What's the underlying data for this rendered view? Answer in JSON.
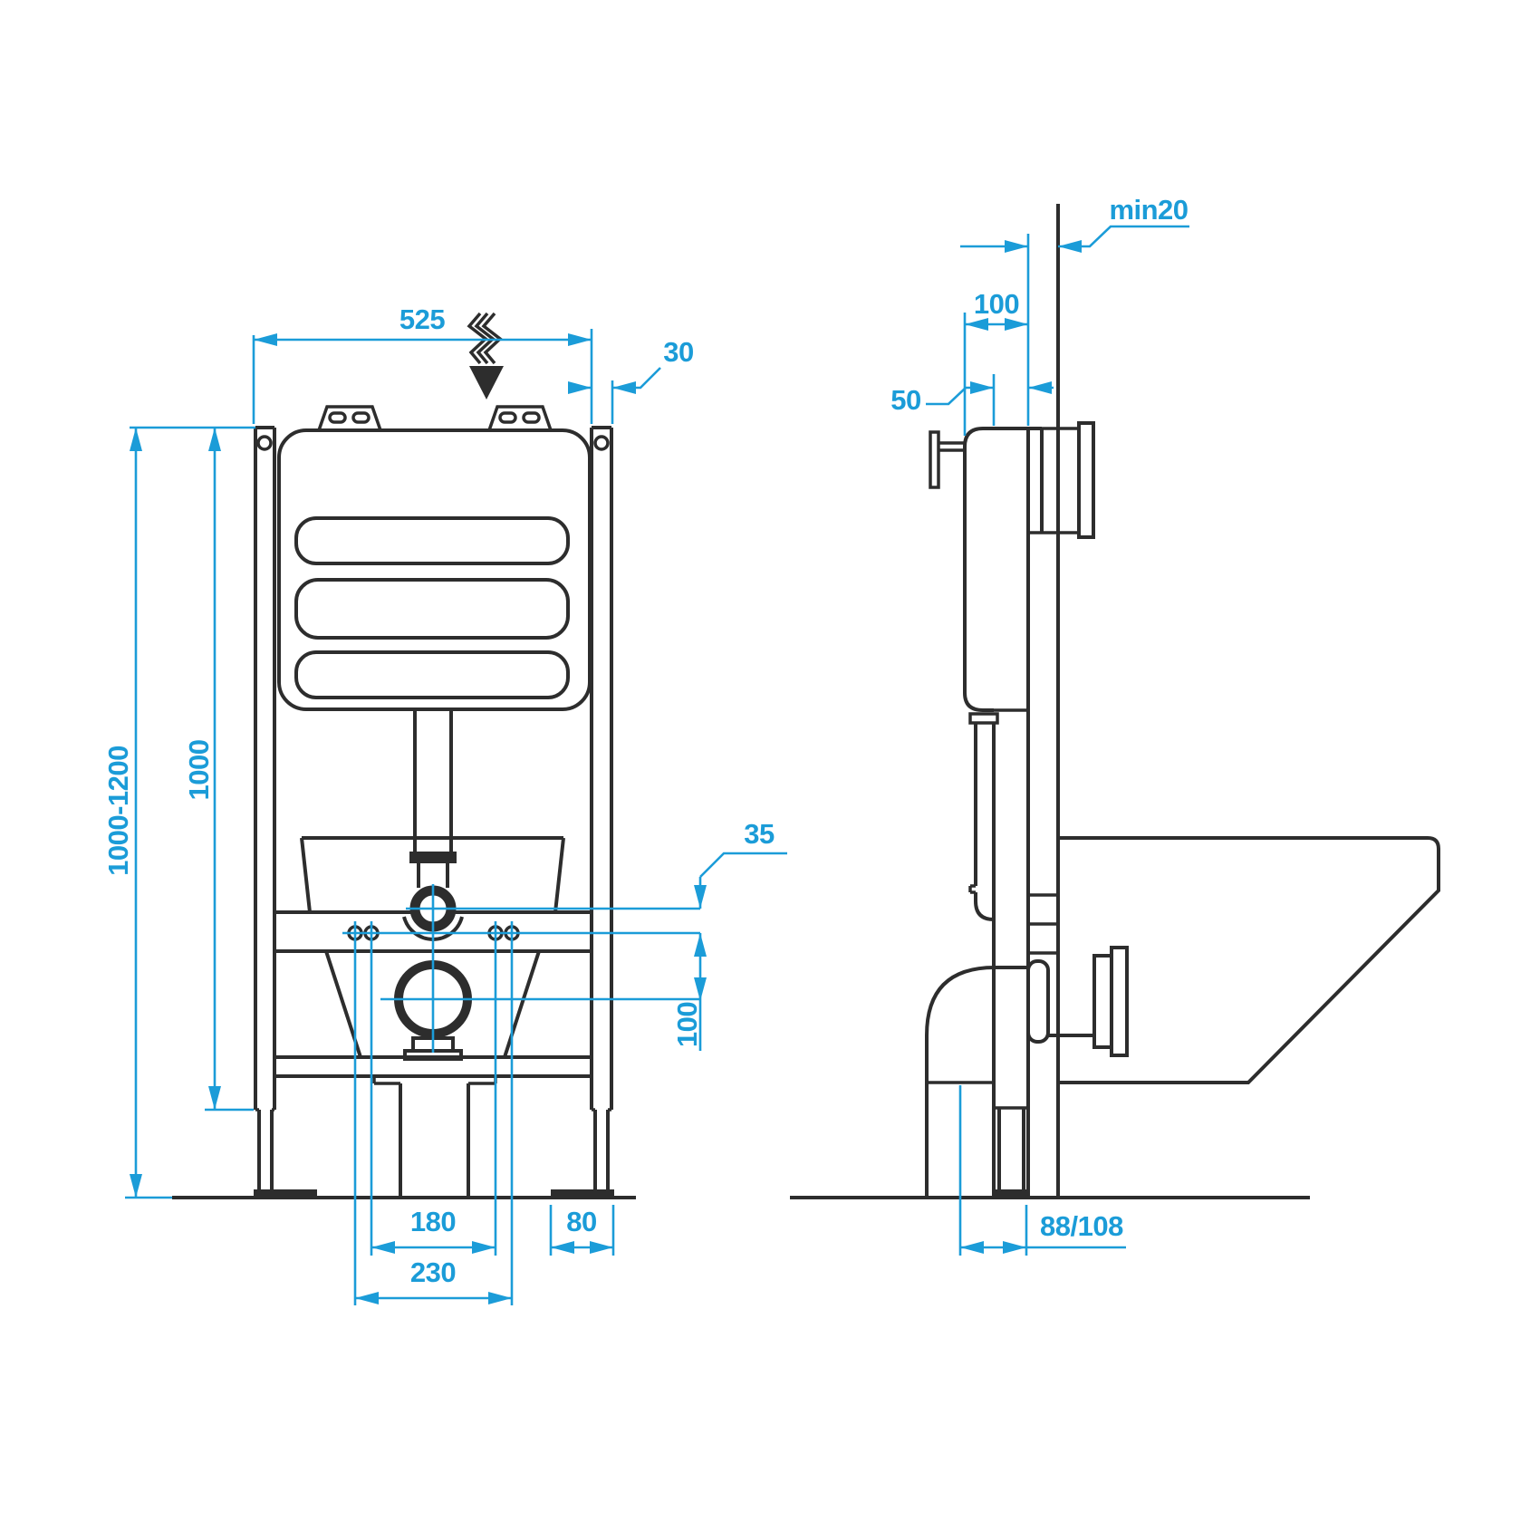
{
  "drawing": {
    "type": "installation-frame-technical-drawing",
    "views": [
      "front",
      "side"
    ]
  },
  "dimensions": {
    "front": {
      "overall_width": "525",
      "profile_width": "30",
      "install_height_range": "1000-1200",
      "frame_height": "1000",
      "flush_pipe_offset": "35",
      "flush_to_outlet": "100",
      "bolt_spacing_inner": "180",
      "foot_plate_width": "80",
      "bolt_spacing_outer": "230"
    },
    "side": {
      "min_wall_clearance": "min20",
      "frame_depth": "100",
      "cistern_offset": "50",
      "outlet_offset": "88/108"
    }
  },
  "colors": {
    "outline": "#2d2d2d",
    "dimension": "#1b9cd8",
    "background": "#ffffff"
  }
}
